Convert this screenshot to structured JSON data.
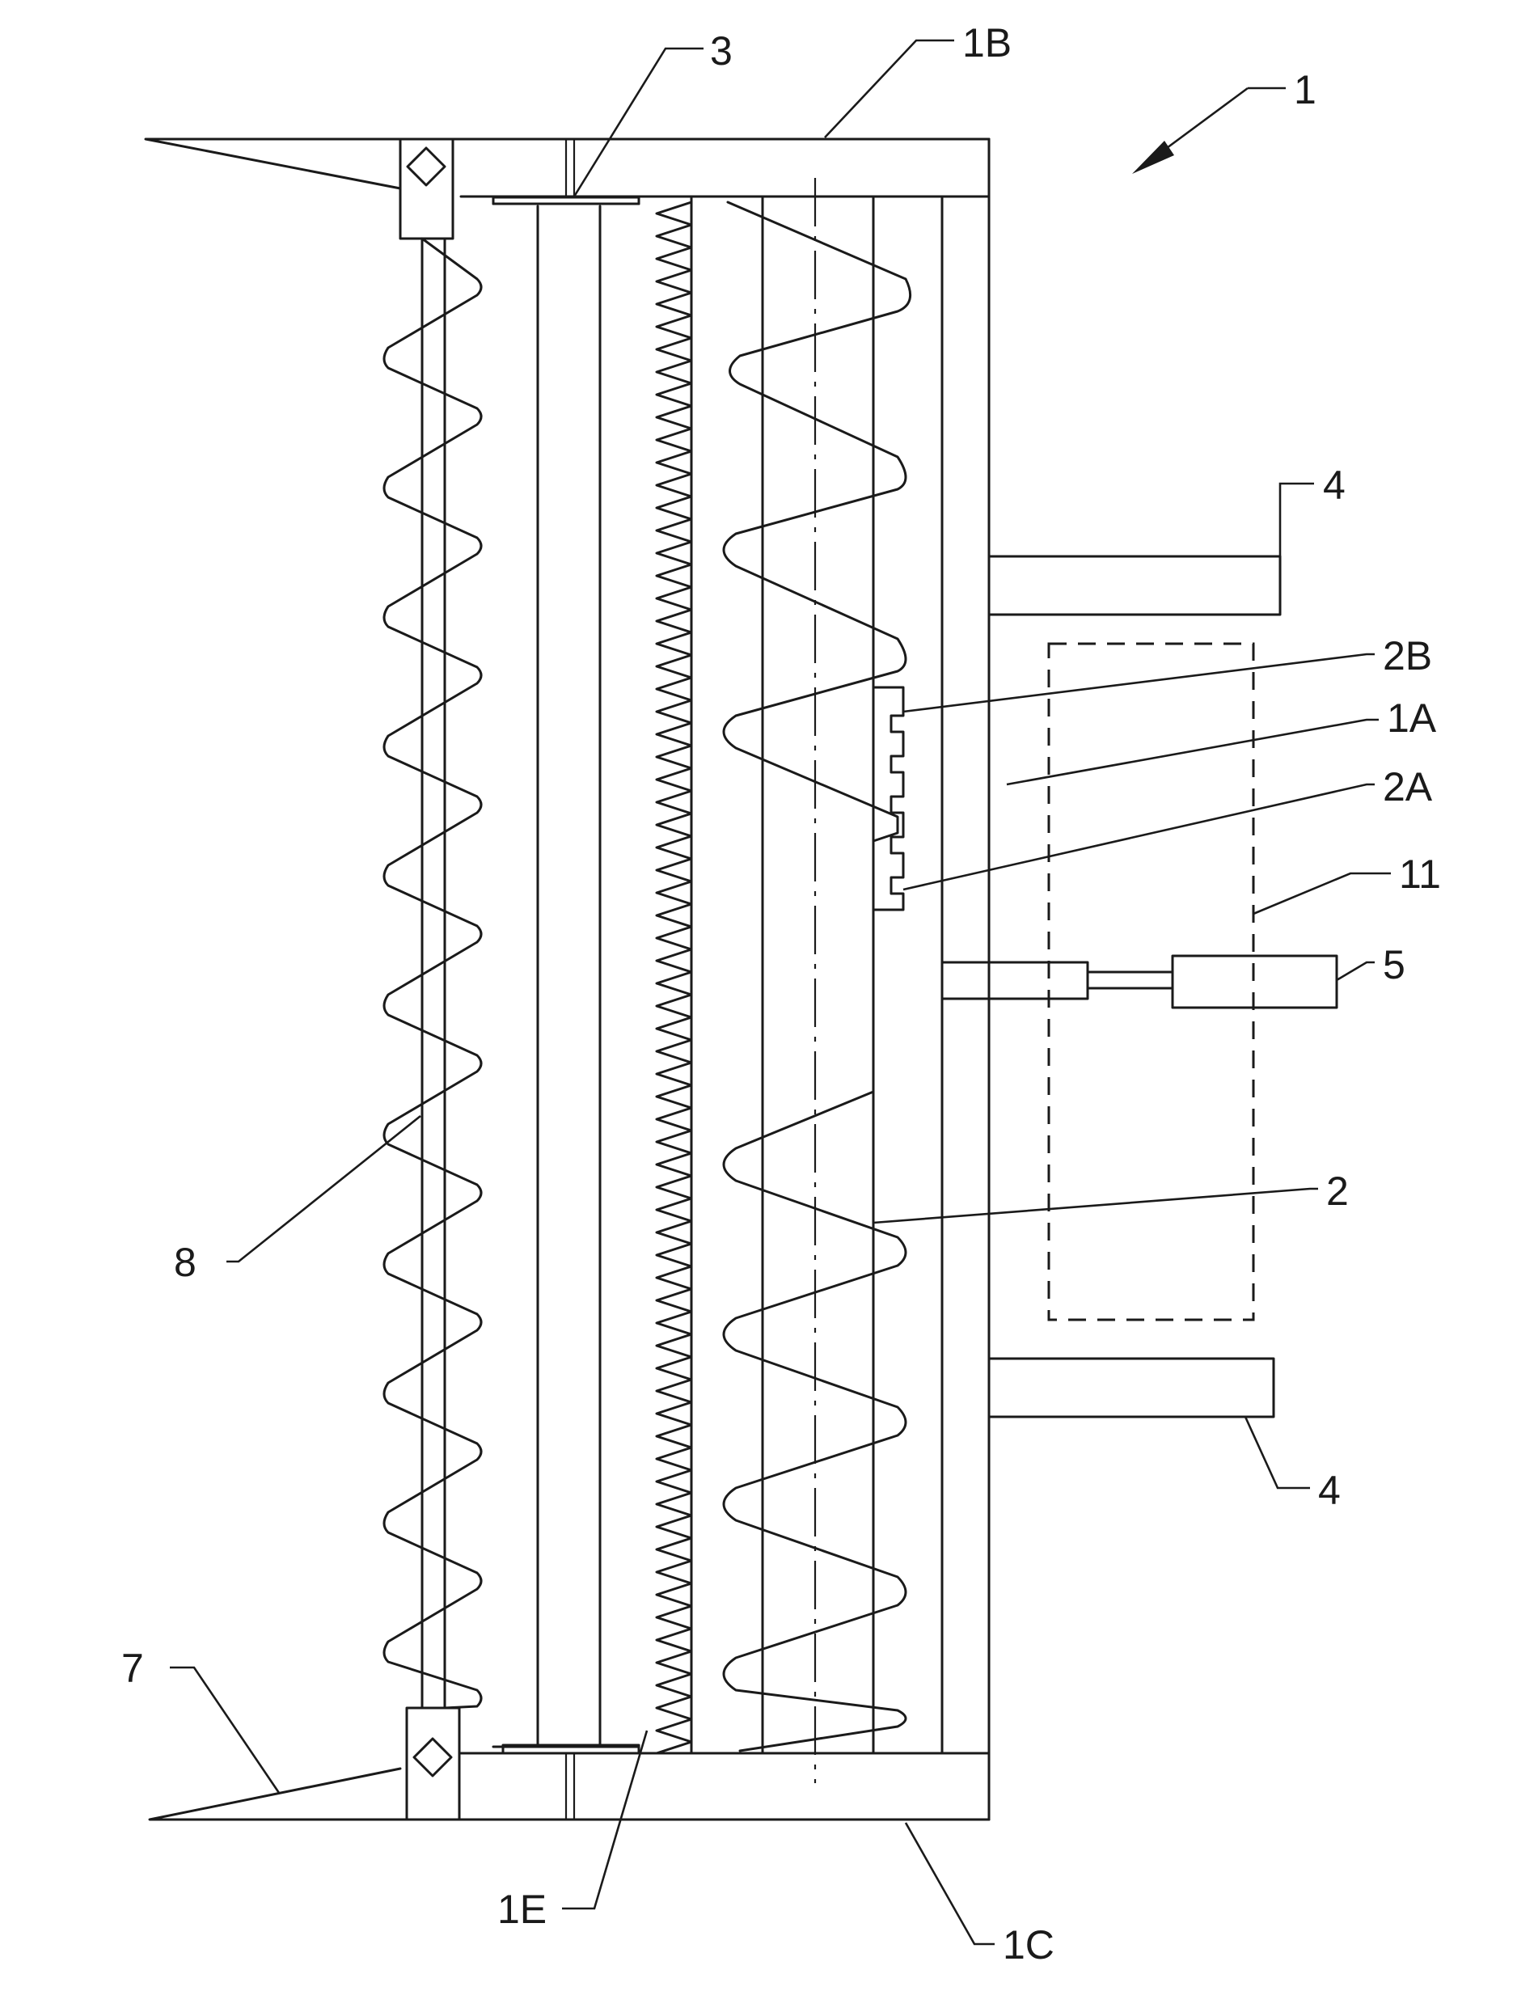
{
  "labels": {
    "l1": "1",
    "l1A": "1A",
    "l1B": "1B",
    "l1C": "1C",
    "l1E": "1E",
    "l2": "2",
    "l2A": "2A",
    "l2B": "2B",
    "l3": "3",
    "l4_top": "4",
    "l4_bottom": "4",
    "l5": "5",
    "l7": "7",
    "l8": "8",
    "l11": "11"
  }
}
